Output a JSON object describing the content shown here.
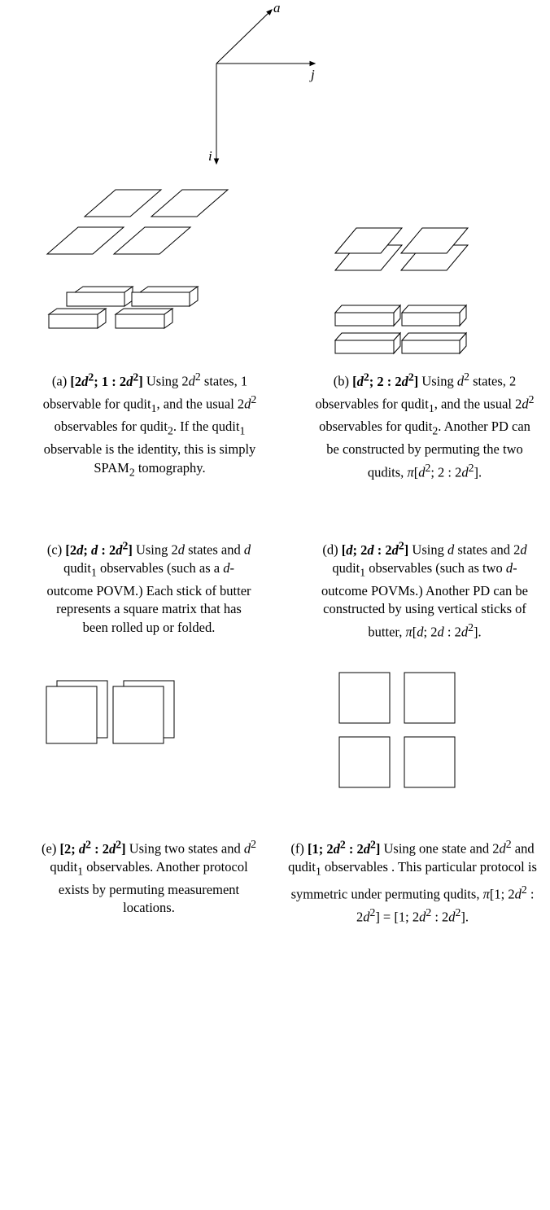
{
  "axes": {
    "i": "i",
    "j": "j",
    "a": "a"
  },
  "captions": {
    "a": {
      "label": "(a)",
      "tag": "[2d²; 1 : 2d²]",
      "lines": [
        "Using 2d² states, 1 observable for qudit₁,",
        "and the usual 2d² observables for qudit₂. If the qudit₁",
        "observable is the identity, this is simply SPAM₂ tomography."
      ],
      "text": "(a) [2d²; 1 : 2d²] Using 2d² states, 1 observable for qudit₁, and the usual 2d² observables for qudit₂. If the qudit₁ observable is the identity, this is simply SPAM₂ tomography."
    },
    "b": {
      "label": "(b)",
      "tag": "[d²; 2 : 2d²]",
      "text": "(b) [d²; 2 : 2d²] Using d² states, 2 observables for qudit₁, and the usual 2d² observables for qudit₂. Another PD can be constructed by permuting the two qudits, π[d²; 2 : 2d²]."
    },
    "c": {
      "label": "(c)",
      "tag": "[2d; d : 2d²]",
      "text": "(c) [2d; d : 2d²] Using 2d states and d qudit₁ observables (such as a d-outcome POVM.) Each stick of butter represents a square matrix that has been rolled up or folded."
    },
    "d": {
      "label": "(d)",
      "tag": "[d; 2d : 2d²]",
      "text": "(d) [d; 2d : 2d²] Using d states and 2d qudit₁ observables (such as two d-outcome POVMs.) Another PD can be constructed by using vertical sticks of butter, π[d; 2d : 2d²]."
    },
    "e": {
      "label": "(e)",
      "tag": "[2; d² : 2d²]",
      "text": "(e) [2; d² : 2d²] Using two states and d² qudit₁ observables. Another protocol exists by permuting measurement locations."
    },
    "f": {
      "label": "(f)",
      "tag": "[1; 2d² : 2d²]",
      "text": "(f) [1; 2d² : 2d²] Using one state and 2d² and qudit₁ observables . This particular protocol is symmetric under permuting qudits, π[1; 2d² : 2d²] = [1; 2d² : 2d²]."
    }
  }
}
